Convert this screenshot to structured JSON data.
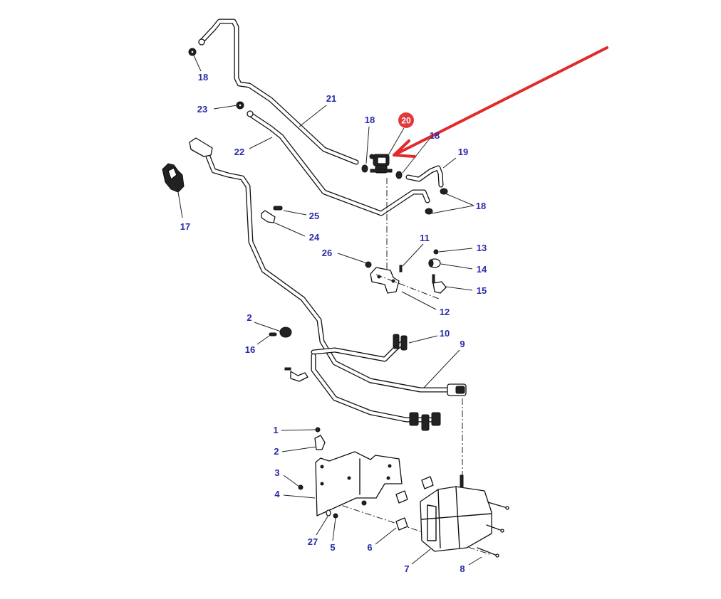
{
  "diagram": {
    "title": "",
    "type": "exploded-parts-diagram",
    "highlight": {
      "part_number": "20",
      "badge_color": "#e03a3a",
      "arrow_color": "#e22a2a"
    },
    "callout_color": "#2a2aa8",
    "callouts": [
      {
        "id": "c18a",
        "label": "18"
      },
      {
        "id": "c23",
        "label": "23"
      },
      {
        "id": "c21",
        "label": "21"
      },
      {
        "id": "c22",
        "label": "22"
      },
      {
        "id": "c18b",
        "label": "18"
      },
      {
        "id": "c20",
        "label": "20"
      },
      {
        "id": "c18c",
        "label": "18"
      },
      {
        "id": "c19",
        "label": "19"
      },
      {
        "id": "c18d",
        "label": "18"
      },
      {
        "id": "c17",
        "label": "17"
      },
      {
        "id": "c25",
        "label": "25"
      },
      {
        "id": "c24",
        "label": "24"
      },
      {
        "id": "c26",
        "label": "26"
      },
      {
        "id": "c11",
        "label": "11"
      },
      {
        "id": "c13",
        "label": "13"
      },
      {
        "id": "c14",
        "label": "14"
      },
      {
        "id": "c15",
        "label": "15"
      },
      {
        "id": "c12",
        "label": "12"
      },
      {
        "id": "c2a",
        "label": "2"
      },
      {
        "id": "c16",
        "label": "16"
      },
      {
        "id": "c10",
        "label": "10"
      },
      {
        "id": "c9",
        "label": "9"
      },
      {
        "id": "c1",
        "label": "1"
      },
      {
        "id": "c2b",
        "label": "2"
      },
      {
        "id": "c3",
        "label": "3"
      },
      {
        "id": "c4",
        "label": "4"
      },
      {
        "id": "c27",
        "label": "27"
      },
      {
        "id": "c5",
        "label": "5"
      },
      {
        "id": "c6",
        "label": "6"
      },
      {
        "id": "c7",
        "label": "7"
      },
      {
        "id": "c8",
        "label": "8"
      }
    ]
  }
}
